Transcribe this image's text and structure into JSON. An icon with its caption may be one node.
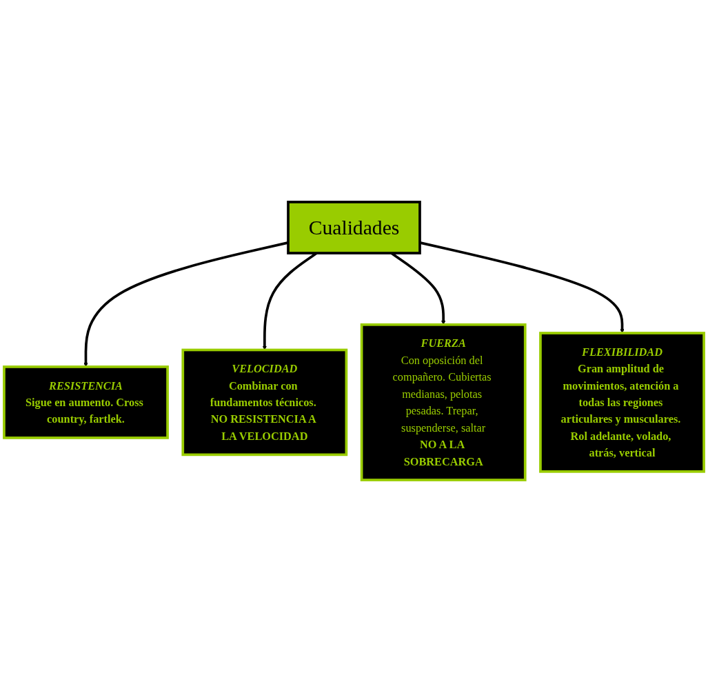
{
  "diagram": {
    "nodes": [
      {
        "text": [
          "Cualidades"
        ]
      },
      {
        "text": [
          "RESISTENCIA",
          "Sigue en aumento. Cross country, fartlek."
        ]
      },
      {
        "text": [
          "VELOCIDAD",
          "Combinar con fundamentos técnicos. NO RESISTENCIA A LA VELOCIDAD"
        ]
      },
      {
        "text": [
          "FUERZA",
          "Con oposición del compañero. Cubiertas medianas, pelotas pesadas. Trepar, suspenderse, saltar",
          "NO A LA SOBRECARGA"
        ]
      },
      {
        "text": [
          "FLEXIBILIDAD",
          "Gran amplitud de movimientos, atención a todas las regiones articulares y musculares. Rol adelante, volado, atrás, vertical"
        ]
      }
    ],
    "edges": [
      {
        "from": 0,
        "to": 1,
        "arrow": "to"
      },
      {
        "from": 0,
        "to": 2,
        "arrow": "to"
      },
      {
        "from": 0,
        "to": 3,
        "arrow": "to"
      },
      {
        "from": 0,
        "to": 4,
        "arrow": "to"
      }
    ]
  }
}
